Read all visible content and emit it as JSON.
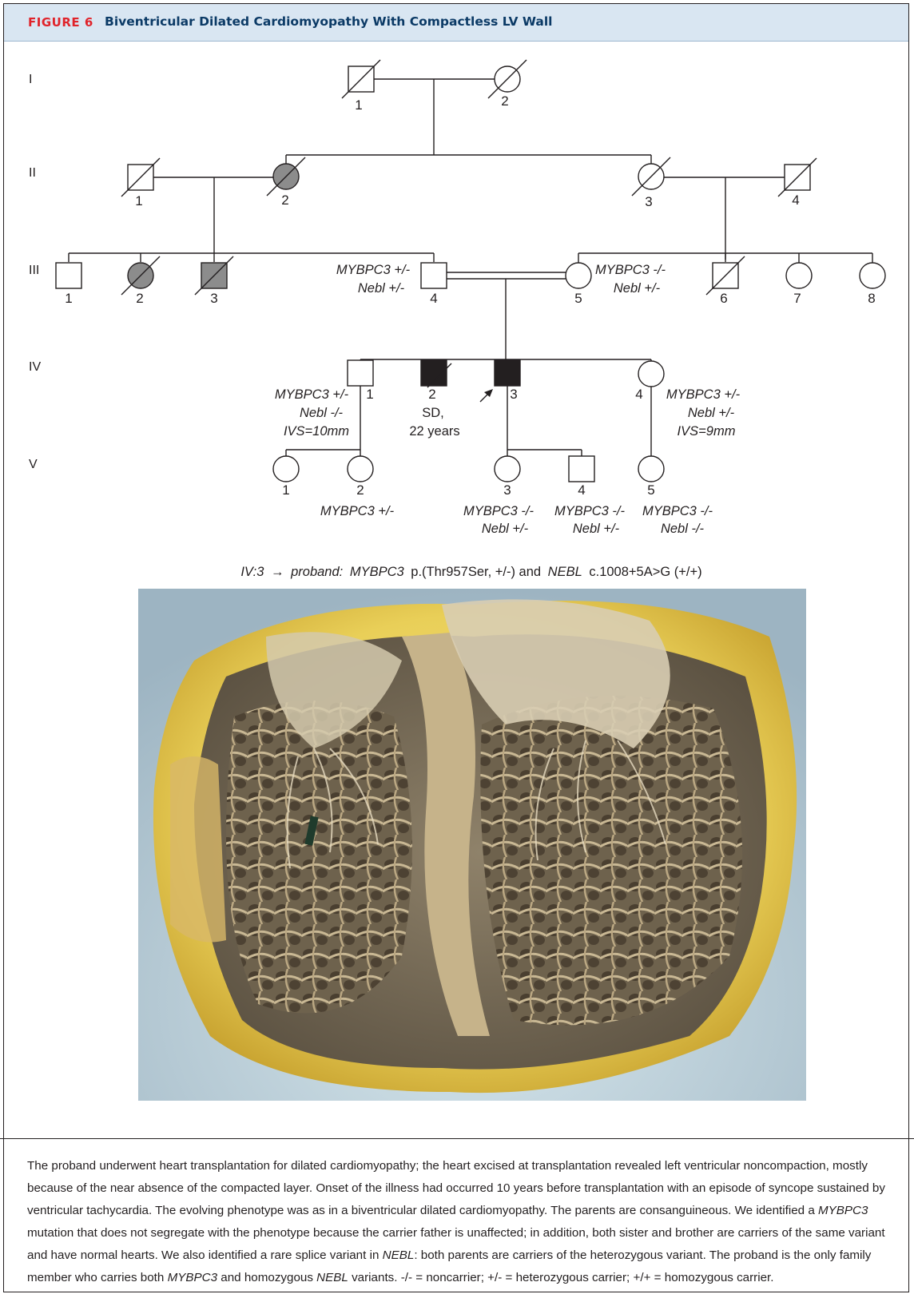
{
  "figure": {
    "label": "FIGURE 6",
    "title": "Biventricular Dilated Cardiomyopathy With Compactless LV Wall"
  },
  "pedigree": {
    "generations": [
      "I",
      "II",
      "III",
      "IV",
      "V"
    ],
    "members": {
      "I1": "1",
      "I2": "2",
      "II1": "1",
      "II2": "2",
      "II3": "3",
      "II4": "4",
      "III1": "1",
      "III2": "2",
      "III3": "3",
      "III4": "4",
      "III5": "5",
      "III6": "6",
      "III7": "7",
      "III8": "8",
      "IV1": "1",
      "IV2": "2",
      "IV3": "3",
      "IV4": "4",
      "V1": "1",
      "V2": "2",
      "V3": "3",
      "V4": "4",
      "V5": "5"
    },
    "genotypes": {
      "III4": [
        "MYBPC3 +/-",
        "Nebl +/-"
      ],
      "III5": [
        "MYBPC3 -/-",
        "Nebl +/-"
      ],
      "IV1": [
        "MYBPC3 +/-",
        "Nebl -/-",
        "IVS=10mm"
      ],
      "IV2": [
        "SD,",
        "22 years"
      ],
      "IV4": [
        "MYBPC3 +/-",
        "Nebl +/-",
        "IVS=9mm"
      ],
      "V2": [
        "MYBPC3 +/-"
      ],
      "V3": [
        "MYBPC3 -/-",
        "Nebl +/-"
      ],
      "V4": [
        "MYBPC3 -/-",
        "Nebl +/-"
      ],
      "V5": [
        "MYBPC3 -/-",
        "Nebl -/-"
      ]
    },
    "proband_caption": {
      "id": "IV:3",
      "arrow": "→",
      "label": "proband:",
      "gene1": "MYBPC3",
      "variant1": "p.(Thr957Ser, +/-) and",
      "gene2": "NEBL",
      "variant2": "c.1008+5A>G (+/+)"
    }
  },
  "legend": [
    {
      "t": "The proband underwent heart transplantation for dilated cardiomyopathy; the heart excised at transplantation revealed left ventricular noncompaction, mostly because of the near absence of the compacted layer. Onset of the illness had occurred 10 years before transplantation with an episode of syncope sustained by ventricular tachycardia. The evolving phenotype was as in a biventricular dilated cardiomyopathy. The parents are consanguineous. We identified a ",
      "i": false
    },
    {
      "t": "MYBPC3",
      "i": true
    },
    {
      "t": " mutation that does not segregate with the phenotype because the carrier father is unaffected; in addition, both sister and brother are carriers of the same variant and have normal hearts. We also identified a rare splice variant in ",
      "i": false
    },
    {
      "t": "NEBL",
      "i": true
    },
    {
      "t": ": both parents are carriers of the heterozygous variant. The proband is the only family member who carries both ",
      "i": false
    },
    {
      "t": "MYBPC3",
      "i": true
    },
    {
      "t": " and homozygous ",
      "i": false
    },
    {
      "t": "NEBL",
      "i": true
    },
    {
      "t": " variants. -/- = noncarrier; +/- = heterozygous carrier; +/+ = homozygous carrier.",
      "i": false
    }
  ],
  "colors": {
    "affected": "#231f20",
    "gray_affected": "#8c8c8c",
    "header_bg": "#d9e6f2",
    "figure_label": "#e0242b",
    "title": "#0b3a66"
  }
}
